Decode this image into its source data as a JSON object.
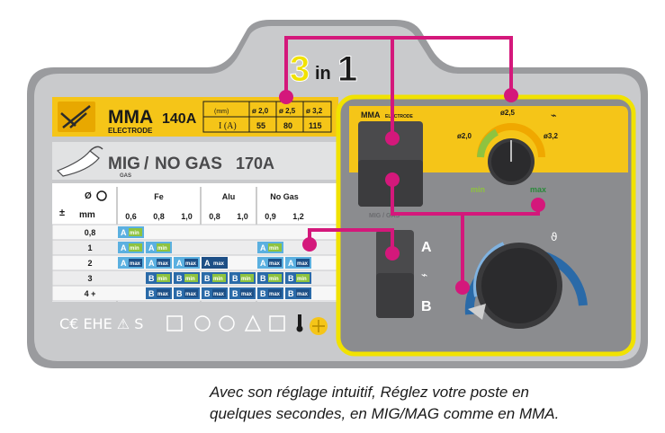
{
  "brand": {
    "three": "3",
    "in": "in",
    "one": "1"
  },
  "mma_header": {
    "title": "MMA",
    "amps": "140A",
    "subtitle": "ELECTRODE",
    "table": {
      "col_header": "(mm)",
      "row_label": "I (A)",
      "diameters": [
        "ø 2,0",
        "ø 2,5",
        "ø 3,2"
      ],
      "currents": [
        "55",
        "80",
        "115"
      ]
    }
  },
  "mig_header": {
    "title": "MIG",
    "separator": "/",
    "title2": "NO GAS",
    "amps": "170A",
    "sub": "GAS"
  },
  "wire_table": {
    "corner_top": "Ø",
    "corner_bottom": "mm",
    "groups": [
      {
        "name": "Fe",
        "cols": [
          "0,6",
          "0,8",
          "1,0"
        ]
      },
      {
        "name": "Alu",
        "cols": [
          "0,8",
          "1,0"
        ]
      },
      {
        "name": "No Gas",
        "cols": [
          "0,9",
          "1,2"
        ]
      }
    ],
    "rows": [
      {
        "thk": "0,8",
        "cells": [
          [
            "A",
            "min"
          ],
          null,
          null,
          null,
          null,
          null,
          null
        ]
      },
      {
        "thk": "1",
        "cells": [
          [
            "A",
            "min"
          ],
          [
            "A",
            "min"
          ],
          null,
          null,
          null,
          [
            "A",
            "min"
          ],
          null
        ]
      },
      {
        "thk": "2",
        "cells": [
          [
            "A",
            "max"
          ],
          [
            "A",
            "max"
          ],
          [
            "A",
            "max"
          ],
          [
            "A",
            "max"
          ],
          null,
          [
            "A",
            "max"
          ],
          [
            "A",
            "max"
          ]
        ]
      },
      {
        "thk": "3",
        "cells": [
          null,
          [
            "B",
            "min"
          ],
          [
            "B",
            "min"
          ],
          [
            "B",
            "min"
          ],
          [
            "B",
            "min"
          ],
          [
            "B",
            "min"
          ],
          [
            "B",
            "min"
          ]
        ]
      },
      {
        "thk": "4 +",
        "cells": [
          null,
          [
            "B",
            "max"
          ],
          [
            "B",
            "max"
          ],
          [
            "B",
            "max"
          ],
          [
            "B",
            "max"
          ],
          [
            "B",
            "max"
          ],
          [
            "B",
            "max"
          ]
        ]
      }
    ]
  },
  "cert_marks": "C€ EHE ⚠ S",
  "right_panel": {
    "mma_label": "MMA",
    "mma_sub": "ELECTRODE",
    "mig_label": "MIG / GAS",
    "dial_small": {
      "labels": [
        "ø2,0",
        "ø2,5",
        "ø3,2"
      ],
      "min": "min",
      "max": "max"
    },
    "switch_a": "A",
    "switch_b": "B"
  },
  "colors": {
    "accent_yellow": "#f5c518",
    "magenta": "#d4187b",
    "panel_gray": "#c9cacc",
    "dark_gray": "#4a4a4c",
    "blue": "#2a6aa8",
    "green": "#2a8a3a"
  },
  "caption": {
    "line1": "Avec son réglage intuitif, Réglez votre poste en",
    "line2": "quelques secondes, en MIG/MAG comme en MMA."
  }
}
